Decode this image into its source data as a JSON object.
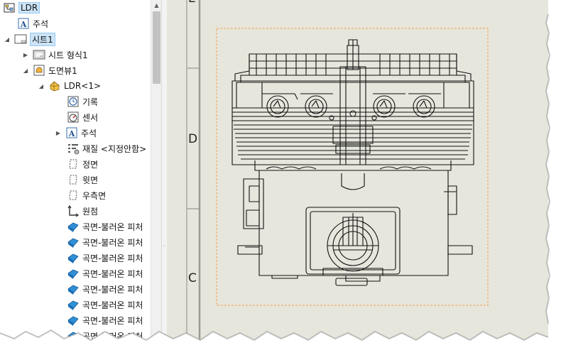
{
  "tree": {
    "items": [
      {
        "label": "LDR",
        "icon": "assembly-drawing-icon",
        "selected": true
      },
      {
        "label": "주석",
        "icon": "annotation-icon"
      },
      {
        "label": "시트1",
        "icon": "sheet-icon",
        "selected": true
      },
      {
        "label": "시트 형식1",
        "icon": "sheet-format-icon"
      },
      {
        "label": "도면뷰1",
        "icon": "drawing-view-icon"
      },
      {
        "label": "LDR<1>",
        "icon": "assembly-icon"
      },
      {
        "label": "기록",
        "icon": "history-icon"
      },
      {
        "label": "센서",
        "icon": "sensor-icon"
      },
      {
        "label": "주석",
        "icon": "annotation-icon"
      },
      {
        "label": "재질 <지정안함>",
        "icon": "material-icon"
      },
      {
        "label": "정면",
        "icon": "plane-icon"
      },
      {
        "label": "윗면",
        "icon": "plane-icon"
      },
      {
        "label": "우측면",
        "icon": "plane-icon"
      },
      {
        "label": "원점",
        "icon": "origin-icon"
      },
      {
        "label": "곡면-불러온 피처",
        "icon": "imported-surface-icon"
      },
      {
        "label": "곡면-불러온 피처",
        "icon": "imported-surface-icon"
      },
      {
        "label": "곡면-불러온 피처",
        "icon": "imported-surface-icon"
      },
      {
        "label": "곡면-불러온 피처",
        "icon": "imported-surface-icon"
      },
      {
        "label": "곡면-불러온 피처",
        "icon": "imported-surface-icon"
      },
      {
        "label": "곡면-불러온 피처",
        "icon": "imported-surface-icon"
      },
      {
        "label": "곡면-불러온 피처",
        "icon": "imported-surface-icon"
      },
      {
        "label": "곡면-불러온 피처",
        "icon": "imported-surface-icon"
      }
    ]
  },
  "drawing": {
    "zone_labels": [
      "E",
      "D",
      "C"
    ]
  },
  "colors": {
    "sheet_bg": "#e7e6dc",
    "view_boundary": "#f0a050",
    "selection": "#cce4f7",
    "surface_feature": "#2f8fd6"
  }
}
